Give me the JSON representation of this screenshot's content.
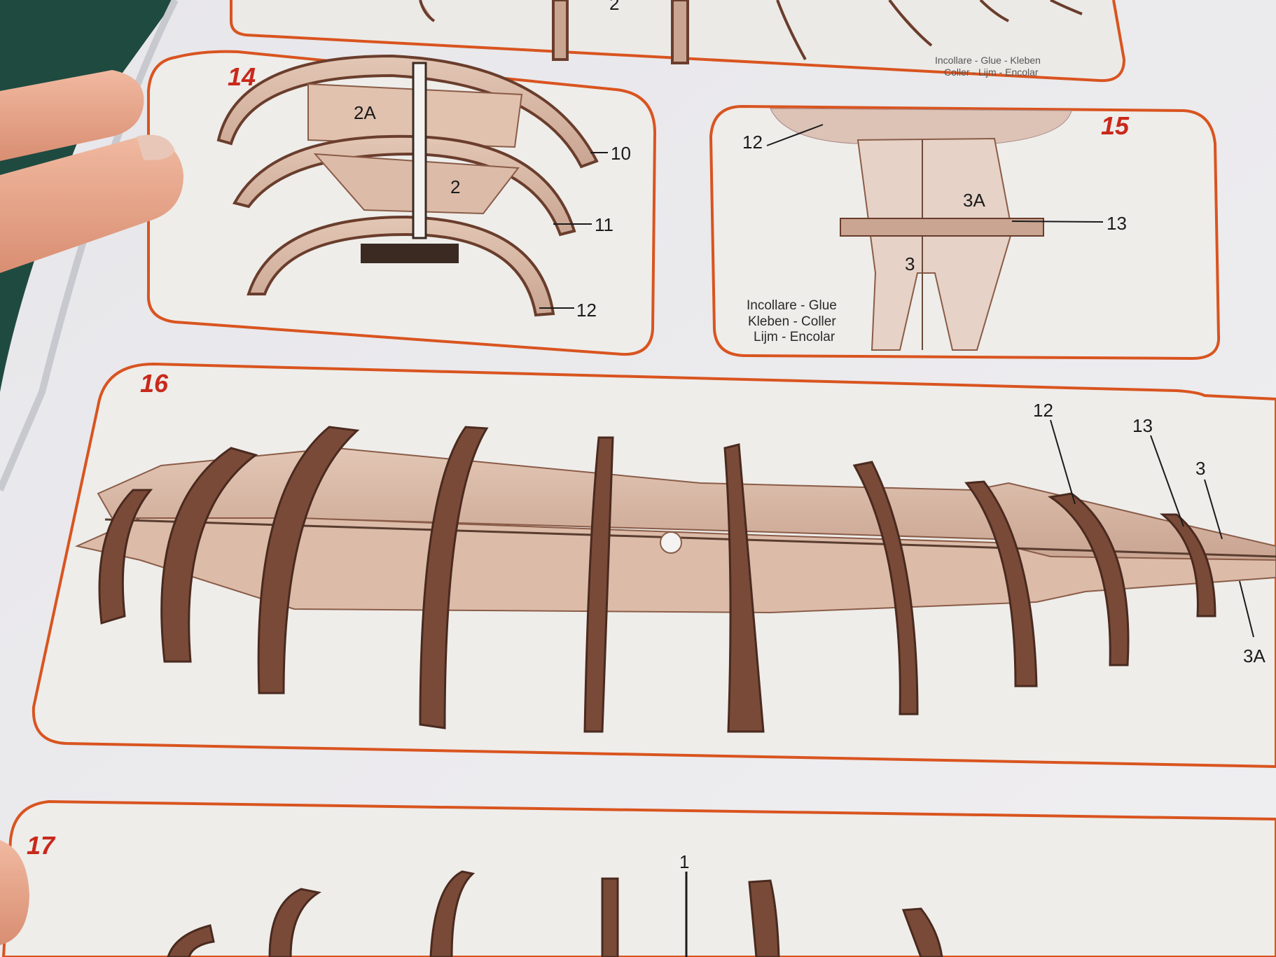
{
  "steps": {
    "top": {
      "label": "2",
      "glue_1": "Incollare - Glue - Kleben",
      "glue_2": "Coller - Lijm - Encolar"
    },
    "s14": {
      "number": "14",
      "parts": {
        "p2a": "2A",
        "p2": "2",
        "p10": "10",
        "p11": "11",
        "p12": "12"
      }
    },
    "s15": {
      "number": "15",
      "parts": {
        "p12": "12",
        "p3a": "3A",
        "p13": "13",
        "p3": "3"
      },
      "glue_1": "Incollare - Glue",
      "glue_2": "Kleben - Coller",
      "glue_3": "Lijm - Encolar"
    },
    "s16": {
      "number": "16",
      "parts": {
        "p12": "12",
        "p13": "13",
        "p3": "3",
        "p3a": "3A"
      }
    },
    "s17": {
      "number": "17",
      "parts": {
        "p1": "1"
      }
    }
  },
  "colors": {
    "frame": "#d9541f",
    "step_number": "#c8291b",
    "wood": "#d8b9a6",
    "wood_edge": "#6a3d2c",
    "paper": "#ecebee",
    "mat": "#1f4a40"
  }
}
